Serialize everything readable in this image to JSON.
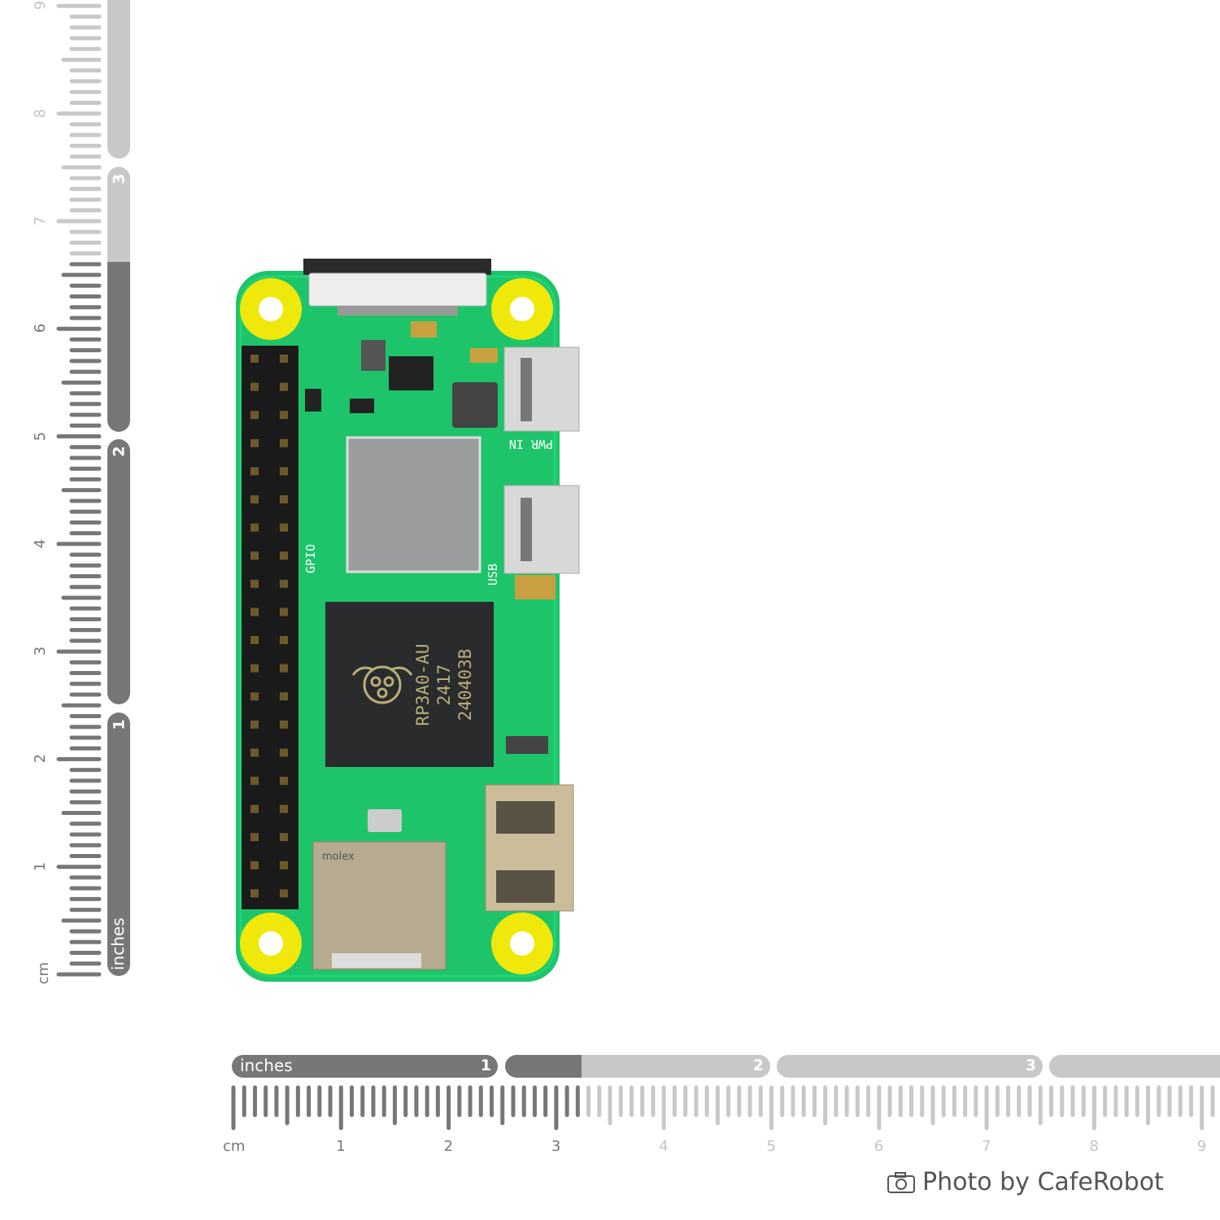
{
  "bottom_ruler": {
    "unit_label": "cm",
    "cm_labels": [
      "1",
      "2",
      "3",
      "4",
      "5",
      "6",
      "7",
      "8",
      "9"
    ],
    "inch_label": "inches",
    "inch_numbers": [
      "1",
      "2",
      "3"
    ],
    "highlight_cm": 3.25
  },
  "side_ruler": {
    "unit_label": "cm",
    "cm_labels": [
      "1",
      "2",
      "3",
      "4",
      "5",
      "6",
      "7",
      "8",
      "9"
    ],
    "inch_label": "inches",
    "inch_numbers": [
      "1",
      "2",
      "3"
    ],
    "highlight_cm": 6.62
  },
  "board": {
    "gpio_label": "GPIO",
    "usb_label": "USB",
    "pwr_label": "PWR IN",
    "chip_lines": [
      "RP3A0-AU",
      "2417",
      "240403B"
    ],
    "sd_brand": "molex",
    "colors": {
      "pcb": "#1ec46a",
      "mount": "#f0e80a",
      "chip": "#2a2b2d",
      "shield": "#9a9c9e",
      "header": "#1a1a1a"
    }
  },
  "credit": {
    "text": "Photo by CafeRobot",
    "icon": "camera-icon"
  },
  "colors": {
    "ruler_dark": "#777777",
    "ruler_light": "#c8c8c8"
  }
}
